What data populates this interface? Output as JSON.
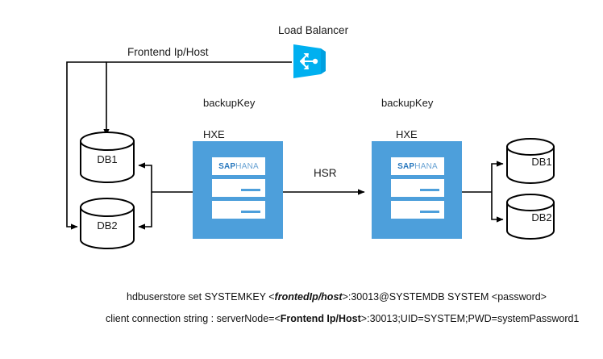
{
  "diagram": {
    "title_labels": {
      "load_balancer": "Load Balancer",
      "frontend": "Frontend Ip/Host",
      "hsr": "HSR"
    },
    "colors": {
      "hana_box_blue": "#4d9fdb",
      "load_balancer_blue": "#00b0f0",
      "sap_logo_blue": "#2878be",
      "hana_logo_blue": "#6ba4d4",
      "line_black": "#000000"
    },
    "left_cluster": {
      "backup_key_label": "backupKey",
      "hxe_label": "HXE",
      "logo_sap": "SAP",
      "logo_hana": "HANA",
      "databases": [
        {
          "name": "DB1"
        },
        {
          "name": "DB2"
        }
      ]
    },
    "right_cluster": {
      "backup_key_label": "backupKey",
      "hxe_label": "HXE",
      "logo_sap": "SAP",
      "logo_hana": "HANA",
      "databases": [
        {
          "name": "DB1"
        },
        {
          "name": "DB2"
        }
      ]
    },
    "commands": {
      "line1": {
        "prefix": "hdbuserstore set SYSTEMKEY <",
        "emphasis": "frontedIp/host",
        "suffix": ">:30013@SYSTEMDB SYSTEM <password>"
      },
      "line2": {
        "prefix": "client connection string : serverNode=<",
        "emphasis": "Frontend Ip/Host",
        "suffix": ">:30013;UID=SYSTEM;PWD=systemPassword1"
      }
    },
    "icons": {
      "load_balancer": "load-balancer-icon",
      "database": "database-cylinder-icon",
      "server": "hana-server-icon"
    }
  }
}
